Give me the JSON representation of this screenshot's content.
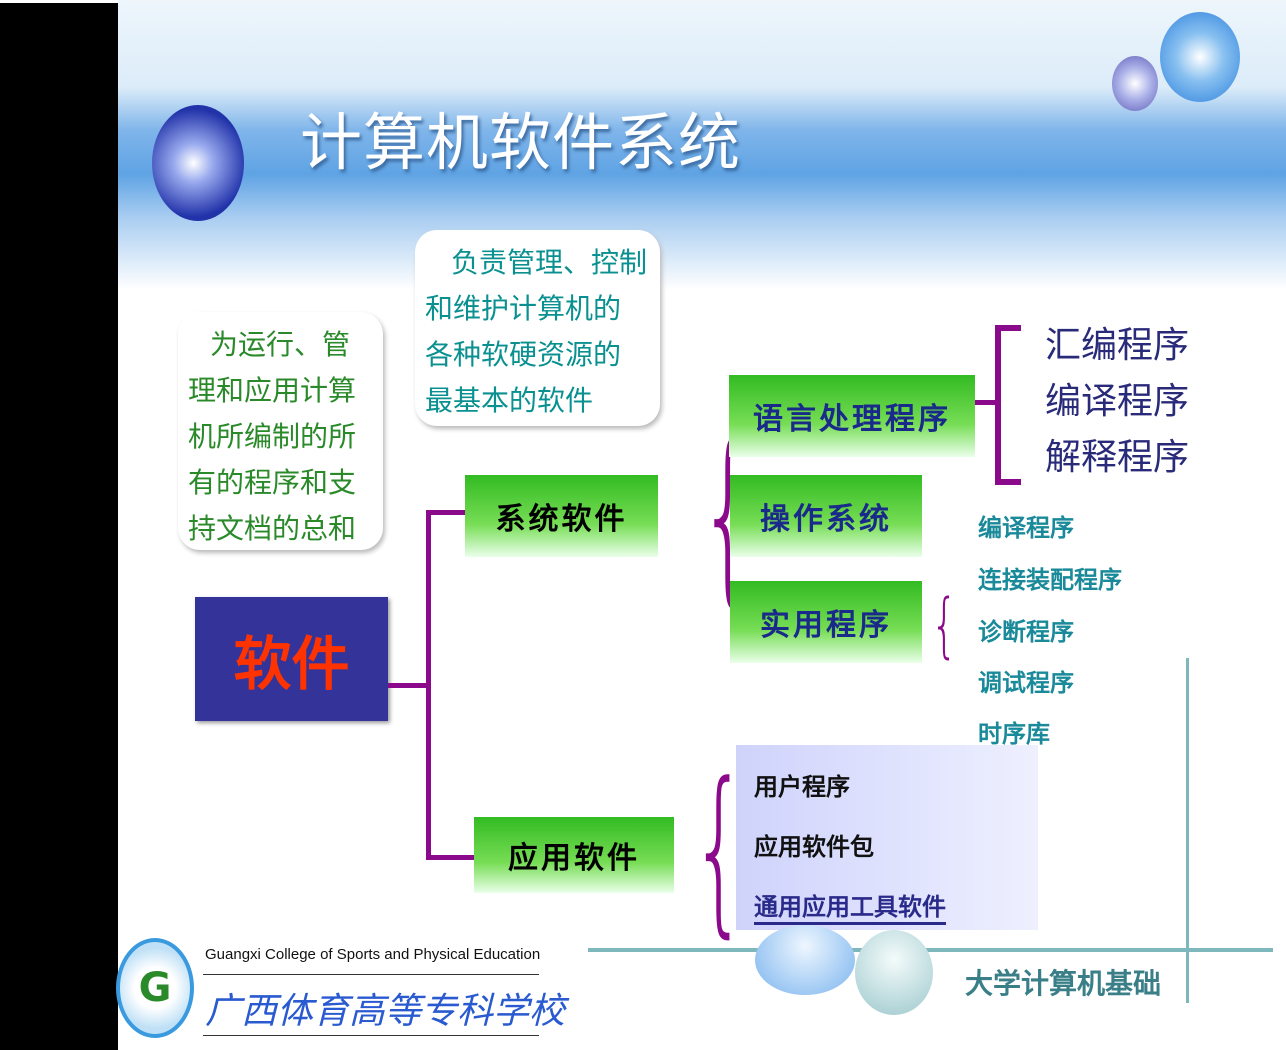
{
  "title": "计算机软件系统",
  "root": "软件",
  "callout_software": [
    "为运行、管",
    "理和应用计算",
    "机所编制的所",
    "有的程序和支",
    "持文档的总和"
  ],
  "callout_system": [
    "负责管理、控制",
    "和维护计算机的",
    "各种软硬资源的",
    "最基本的软件"
  ],
  "system_software": "系统软件",
  "application_software": "应用软件",
  "system_children": [
    "语言处理程序",
    "操作系统",
    "实用程序"
  ],
  "language_children": [
    "汇编程序",
    "编译程序",
    "解释程序"
  ],
  "utility_children": [
    "编译程序",
    "连接装配程序",
    "诊断程序",
    "调试程序",
    "时序库"
  ],
  "application_children": [
    "用户程序",
    "应用软件包",
    "通用应用工具软件"
  ],
  "footer": {
    "college_en": "Guangxi College of Sports and Physical Education",
    "college_cn": "广西体育高等专科学校",
    "course": "大学计算机基础"
  },
  "colors": {
    "purple": "#8b0a8b",
    "navy_box": "#333399",
    "root_text": "#ff3300",
    "green": "#44cc22"
  }
}
